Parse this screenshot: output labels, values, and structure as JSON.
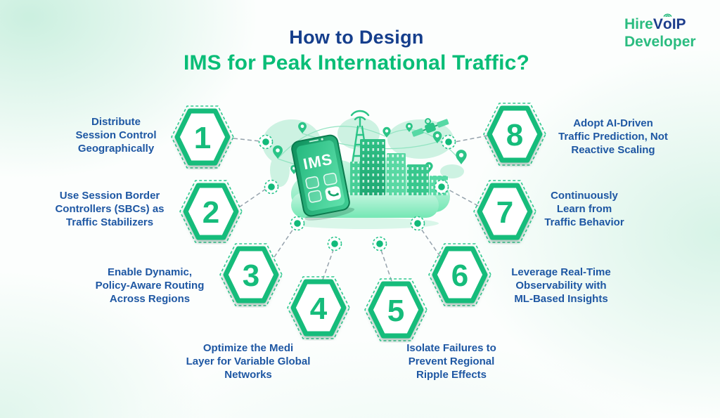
{
  "title": {
    "line1": "How to Design",
    "line2": "IMS for Peak International Traffic?"
  },
  "logo": {
    "hire": "Hire",
    "v": "V",
    "o": "o",
    "ip": "IP",
    "developer": "Developer"
  },
  "center_illustration": {
    "phone_label": "IMS"
  },
  "items": [
    {
      "num": "1",
      "lines": [
        "Distribute",
        "Session Control",
        "Geographically"
      ]
    },
    {
      "num": "2",
      "lines": [
        "Use Session Border",
        "Controllers (SBCs) as",
        "Traffic Stabilizers"
      ]
    },
    {
      "num": "3",
      "lines": [
        "Enable Dynamic,",
        "Policy-Aware Routing",
        "Across Regions"
      ]
    },
    {
      "num": "4",
      "lines": [
        "Optimize the Medi",
        "Layer for Variable Global",
        "Networks"
      ]
    },
    {
      "num": "5",
      "lines": [
        "Isolate Failures to",
        "Prevent Regional",
        "Ripple Effects"
      ]
    },
    {
      "num": "6",
      "lines": [
        "Leverage Real-Time",
        "Observability with",
        "ML-Based Insights"
      ]
    },
    {
      "num": "7",
      "lines": [
        "Continuously",
        "Learn from",
        "Traffic Behavior"
      ]
    },
    {
      "num": "8",
      "lines": [
        "Adopt AI-Driven",
        "Traffic Prediction, Not",
        "Reactive Scaling"
      ]
    }
  ],
  "colors": {
    "accent_green": "#16BC7B",
    "title_green": "#09BD77",
    "navy": "#153E8C",
    "item_blue": "#1E57A3",
    "connector_gray": "#95A2AC"
  }
}
